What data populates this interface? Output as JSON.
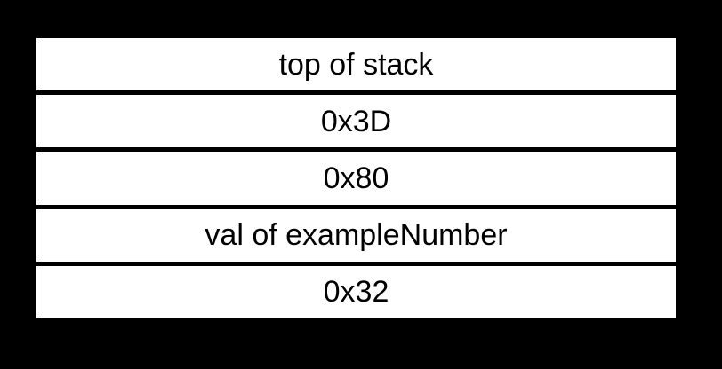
{
  "diagram": {
    "type": "stack-memory-diagram",
    "colors": {
      "background": "#000000",
      "cell_background": "#ffffff",
      "cell_text": "#000000"
    },
    "rows": [
      {
        "label": "top of stack"
      },
      {
        "label": "0x3D"
      },
      {
        "label": "0x80"
      },
      {
        "label": "val of exampleNumber"
      },
      {
        "label": "0x32"
      }
    ]
  }
}
